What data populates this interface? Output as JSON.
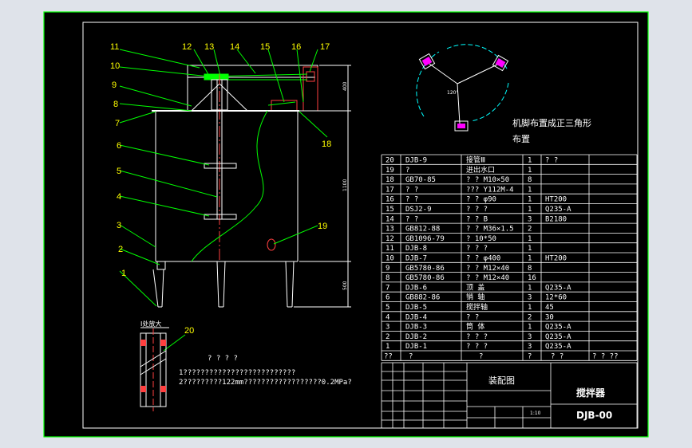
{
  "drawing": {
    "layout_note_cn": "机脚布置成正三角形",
    "layout_note_cn2": "布置",
    "angle_label": "120°",
    "detail_label": "I处放大",
    "notes_title": "? ? ? ?",
    "note1": "1??????????????????????????",
    "note2": "2?????????122mm??????????????????0.2MPa?",
    "dims": {
      "top": "400",
      "body": "1100",
      "leg": "500"
    },
    "balloons": [
      "1",
      "2",
      "3",
      "4",
      "5",
      "6",
      "7",
      "8",
      "9",
      "10",
      "11",
      "12",
      "13",
      "14",
      "15",
      "16",
      "17",
      "18",
      "19",
      "20"
    ]
  },
  "bom": {
    "rows": [
      {
        "no": "20",
        "code": "DJB-9",
        "name": "接管Ⅲ",
        "qty": "1",
        "mat": "? ?"
      },
      {
        "no": "19",
        "code": "?",
        "name": "进出水口",
        "qty": "1",
        "mat": ""
      },
      {
        "no": "18",
        "code": "GB70-85",
        "name": "?  ?  M10×50",
        "qty": "8",
        "mat": ""
      },
      {
        "no": "17",
        "code": "?       ?",
        "name": "???  Y112M-4",
        "qty": "1",
        "mat": ""
      },
      {
        "no": "16",
        "code": "?       ?",
        "name": "?  ?  φ90",
        "qty": "1",
        "mat": "HT200"
      },
      {
        "no": "15",
        "code": "DSJ2-9",
        "name": "?   ?   ?",
        "qty": "1",
        "mat": "Q235-A"
      },
      {
        "no": "14",
        "code": "?       ?",
        "name": "?   ?   B",
        "qty": "3",
        "mat": "B2180"
      },
      {
        "no": "13",
        "code": "GB812-88",
        "name": "?  ?  M36×1.5",
        "qty": "2",
        "mat": ""
      },
      {
        "no": "12",
        "code": "GB1096-79",
        "name": "?  10*50",
        "qty": "1",
        "mat": ""
      },
      {
        "no": "11",
        "code": "DJB-8",
        "name": "?   ?   ?",
        "qty": "1",
        "mat": ""
      },
      {
        "no": "10",
        "code": "DJB-7",
        "name": "?  ?  φ400",
        "qty": "1",
        "mat": "HT200"
      },
      {
        "no": "9",
        "code": "GB5780-86",
        "name": "?  ?  M12×40",
        "qty": "8",
        "mat": ""
      },
      {
        "no": "8",
        "code": "GB5780-86",
        "name": "?  ?  M12×40",
        "qty": "16",
        "mat": ""
      },
      {
        "no": "7",
        "code": "DJB-6",
        "name": "顶   盖",
        "qty": "1",
        "mat": "Q235-A"
      },
      {
        "no": "6",
        "code": "GB882-86",
        "name": "销   轴",
        "qty": "3",
        "mat": "12*60"
      },
      {
        "no": "5",
        "code": "DJB-5",
        "name": "搅拌轴",
        "qty": "1",
        "mat": "45"
      },
      {
        "no": "4",
        "code": "DJB-4",
        "name": "?   ?",
        "qty": "2",
        "mat": "30"
      },
      {
        "no": "3",
        "code": "DJB-3",
        "name": "筒   体",
        "qty": "1",
        "mat": "Q235-A"
      },
      {
        "no": "2",
        "code": "DJB-2",
        "name": "?   ?   ?",
        "qty": "3",
        "mat": "Q235-A"
      },
      {
        "no": "1",
        "code": "DJB-1",
        "name": "?   ?   ?",
        "qty": "3",
        "mat": "Q235-A"
      }
    ],
    "header": {
      "no": "??",
      "code": "?",
      "name": "?",
      "qty": "?",
      "mat": "? ?",
      "extra": "? ?   ??"
    }
  },
  "title_block": {
    "drawing_type": "装配图",
    "name": "搅拌器",
    "code": "DJB-00",
    "scale": "1:10"
  }
}
